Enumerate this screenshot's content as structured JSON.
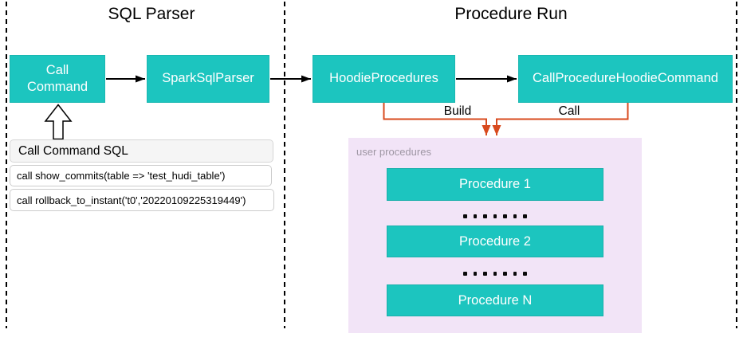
{
  "sections": {
    "sql_parser": {
      "title": "SQL Parser"
    },
    "procedure_run": {
      "title": "Procedure Run"
    }
  },
  "nodes": {
    "call_command": {
      "label": "Call Command"
    },
    "spark_sql_parser": {
      "label": "SparkSqlParser"
    },
    "hoodie_procedures": {
      "label": "HoodieProcedures"
    },
    "call_procedure_hoodie_command": {
      "label": "CallProcedureHoodieCommand"
    }
  },
  "edges": {
    "build": {
      "label": "Build"
    },
    "call": {
      "label": "Call"
    }
  },
  "sql_panel": {
    "header": "Call Command SQL",
    "rows": [
      "call show_commits(table => 'test_hudi_table')",
      "call rollback_to_instant('t0','20220109225319449')"
    ]
  },
  "user_procedures": {
    "label": "user procedures",
    "items": [
      {
        "label": "Procedure 1"
      },
      {
        "label": "Procedure 2"
      },
      {
        "label": "Procedure N"
      }
    ]
  },
  "colors": {
    "node_teal": "#1cc5bf",
    "orange": "#d84a1e",
    "purple_bg": "#f2e4f7",
    "table_header_bg": "#f5f5f5",
    "border_gray": "#cccccc",
    "label_gray": "#9e96a3"
  }
}
